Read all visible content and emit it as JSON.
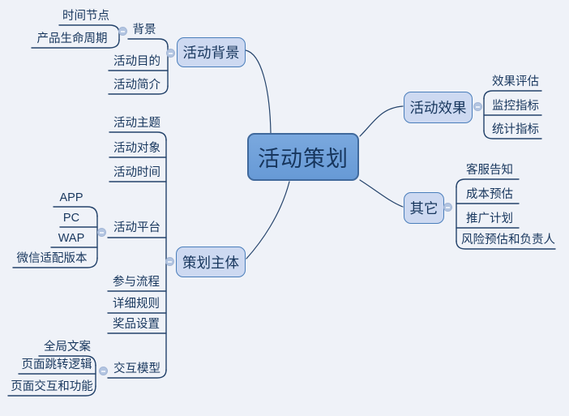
{
  "diagram_type": "mindmap",
  "colors": {
    "background": "#EFF2F8",
    "root_fill": "#6D9ED9",
    "root_border": "#40699C",
    "branch_fill": "#CDD9F1",
    "branch_border": "#4A7EBB",
    "connector_line": "#24436B",
    "text": "#17365D",
    "collapse_icon_fill": "#B3C5E1"
  },
  "root": {
    "label": "活动策划"
  },
  "branches": [
    {
      "label": "活动背景",
      "children": [
        {
          "label": "背景",
          "children": [
            {
              "label": "时间节点"
            },
            {
              "label": "产品生命周期"
            }
          ]
        },
        {
          "label": "活动目的"
        },
        {
          "label": "活动简介"
        }
      ]
    },
    {
      "label": "活动效果",
      "children": [
        {
          "label": "效果评估"
        },
        {
          "label": "监控指标"
        },
        {
          "label": "统计指标"
        }
      ]
    },
    {
      "label": "其它",
      "children": [
        {
          "label": "客服告知"
        },
        {
          "label": "成本预估"
        },
        {
          "label": "推广计划"
        },
        {
          "label": "风险预估和负责人"
        }
      ]
    },
    {
      "label": "策划主体",
      "children": [
        {
          "label": "活动主题"
        },
        {
          "label": "活动对象"
        },
        {
          "label": "活动时间"
        },
        {
          "label": "活动平台",
          "children": [
            {
              "label": "APP"
            },
            {
              "label": "PC"
            },
            {
              "label": "WAP"
            },
            {
              "label": "微信适配版本"
            }
          ]
        },
        {
          "label": "参与流程"
        },
        {
          "label": "详细规则"
        },
        {
          "label": "奖品设置"
        },
        {
          "label": "交互模型",
          "children": [
            {
              "label": "全局文案"
            },
            {
              "label": "页面跳转逻辑"
            },
            {
              "label": "页面交互和功能"
            }
          ]
        }
      ]
    }
  ]
}
